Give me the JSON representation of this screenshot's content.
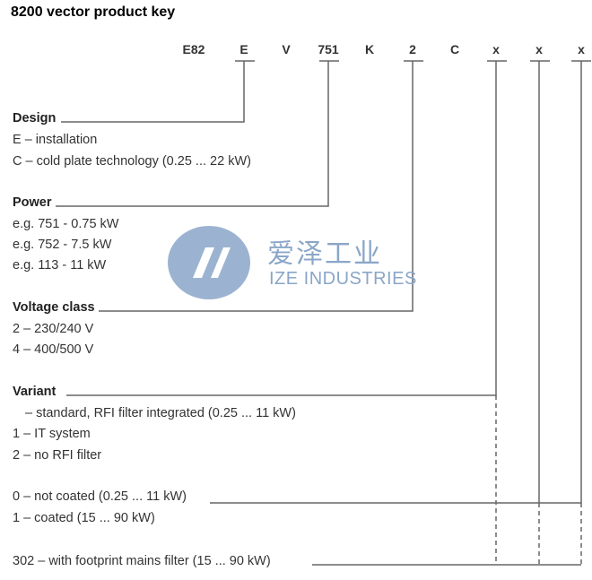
{
  "title": "8200 vector product key",
  "codes": [
    "E82",
    "E",
    "V",
    "751",
    "K",
    "2",
    "C",
    "x",
    "x",
    "x"
  ],
  "sections": [
    {
      "heading": "Design",
      "items": [
        "E – installation",
        "C – cold plate technology (0.25 ... 22 kW)"
      ]
    },
    {
      "heading": "Power",
      "items": [
        "e.g. 751 - 0.75 kW",
        "e.g. 752 - 7.5 kW",
        "e.g. 113 - 11 kW"
      ]
    },
    {
      "heading": "Voltage class",
      "items": [
        "2 – 230/240 V",
        "4 – 400/500 V"
      ]
    },
    {
      "heading": "Variant",
      "items": [
        "– standard, RFI filter integrated (0.25 ... 11 kW)",
        "1 – IT system",
        "2 – no RFI filter"
      ]
    }
  ],
  "coating_items": [
    "0 – not coated (0.25 ... 11 kW)",
    "1 – coated (15 ... 90 kW)"
  ],
  "footprint_item": "302 – with footprint mains filter (15 ... 90 kW)",
  "watermark": {
    "cn": "爱泽工业",
    "en": "IZE INDUSTRIES",
    "color": "#8aa6c8"
  }
}
